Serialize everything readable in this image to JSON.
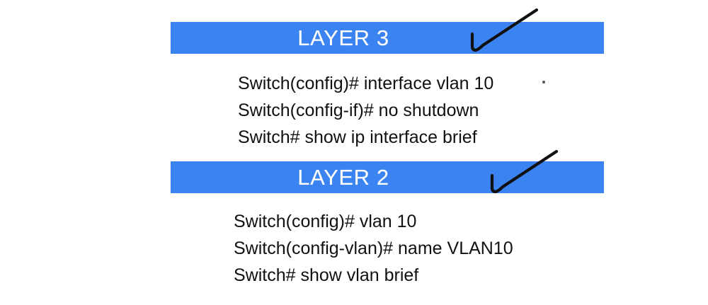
{
  "slide": {
    "background_color": "#ffffff",
    "banner_color": "#3a83f0",
    "banner_text_color": "#ffffff",
    "command_text_color": "#111111",
    "annotation_color": "#111111"
  },
  "sections": [
    {
      "banner_label": "LAYER 3",
      "annotation": "checkmark",
      "commands": [
        "Switch(config)# interface vlan 10",
        "Switch(config-if)# no shutdown",
        "Switch# show ip interface brief"
      ]
    },
    {
      "banner_label": "LAYER 2",
      "annotation": "checkmark",
      "commands": [
        "Switch(config)# vlan 10",
        "Switch(config-vlan)# name VLAN10",
        "Switch# show vlan brief"
      ]
    }
  ]
}
